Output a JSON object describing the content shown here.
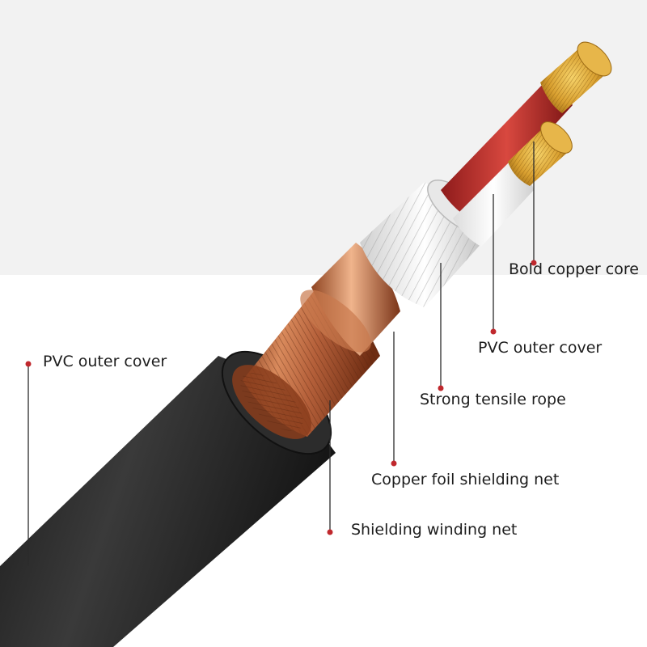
{
  "diagram": {
    "subject": "cable cross-section",
    "labels": {
      "bold_copper_core": "Bold copper core",
      "pvc_outer_cover_inner": "PVC outer cover",
      "strong_tensile_rope": "Strong tensile rope",
      "copper_foil_shielding_net": "Copper foil shielding net",
      "shielding_winding_net": "Shielding winding net",
      "pvc_outer_cover_outer": "PVC outer cover"
    }
  },
  "colors": {
    "background_top": "#f2f2f2",
    "background_bottom": "#ffffff",
    "jacket": "#2a2a2a",
    "copper_shield": "#b5603a",
    "red_insulation": "#b92a2a",
    "white_insulation": "#f4f4f4",
    "gold_core": "#d9a030",
    "leader_dot": "#c0282d"
  }
}
